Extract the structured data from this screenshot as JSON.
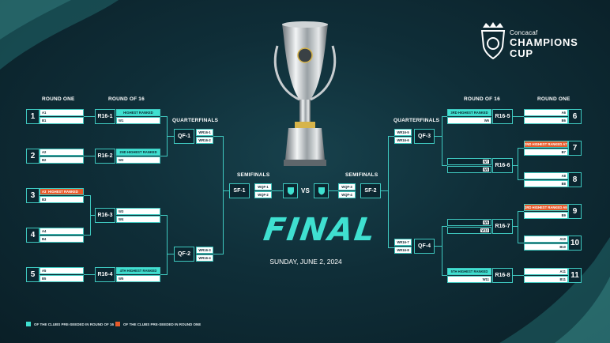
{
  "brand": {
    "name_small": "Concacaf",
    "name_big": "CHAMPIONS",
    "name_big2": "CUP"
  },
  "colors": {
    "accent": "#3fc9c0",
    "teal_fill": "#3fe0d0",
    "orange_fill": "#e85a2a",
    "background": "#0f2e38"
  },
  "headers": {
    "round_one": "ROUND ONE",
    "round_of_16": "ROUND OF 16",
    "quarterfinals": "QUARTERFINALS",
    "semifinals": "SEMIFINALS"
  },
  "final": {
    "title": "FINAL",
    "date": "SUNDAY, JUNE 2, 2024",
    "vs": "VS"
  },
  "left": {
    "round_one": [
      {
        "num": "1",
        "a": "A1",
        "b": "B1",
        "a_label": "",
        "a_style": "white"
      },
      {
        "num": "2",
        "a": "A2",
        "b": "B2",
        "a_label": "",
        "a_style": "white"
      },
      {
        "num": "3",
        "a": "A3",
        "b": "B3",
        "a_label": "HIGHEST RANKED",
        "a_style": "orange"
      },
      {
        "num": "4",
        "a": "A4",
        "b": "B4",
        "a_label": "",
        "a_style": "white"
      },
      {
        "num": "5",
        "a": "A5",
        "b": "B5",
        "a_label": "",
        "a_style": "white"
      }
    ],
    "r16": [
      {
        "code": "R16-1",
        "top": "HIGHEST RANKED",
        "bottom": "W1"
      },
      {
        "code": "R16-2",
        "top": "2ND HIGHEST RANKED",
        "bottom": "W2"
      },
      {
        "code": "R16-3",
        "top": "W3",
        "bottom": "W4"
      },
      {
        "code": "R16-4",
        "top": "4TH HIGHEST RANKED",
        "bottom": "W5"
      }
    ],
    "qf": [
      {
        "code": "QF-1",
        "top": "WR16-1",
        "bottom": "WR16-2"
      },
      {
        "code": "QF-2",
        "top": "WR16-3",
        "bottom": "WR16-4"
      }
    ],
    "sf": {
      "code": "SF-1",
      "top": "WQF-1",
      "bottom": "WQF-2"
    }
  },
  "right": {
    "round_one": [
      {
        "num": "6",
        "a": "A6",
        "b": "B6",
        "a_label": "",
        "a_style": "white"
      },
      {
        "num": "7",
        "a": "A7",
        "b": "B7",
        "a_label": "2ND HIGHEST RANKED",
        "a_style": "orange"
      },
      {
        "num": "8",
        "a": "A8",
        "b": "B8",
        "a_label": "",
        "a_style": "white"
      },
      {
        "num": "9",
        "a": "A9",
        "b": "B9",
        "a_label": "3RD HIGHEST RANKED",
        "a_style": "orange"
      },
      {
        "num": "10",
        "a": "A10",
        "b": "B10",
        "a_label": "",
        "a_style": "white"
      },
      {
        "num": "11",
        "a": "A11",
        "b": "B11",
        "a_label": "",
        "a_style": "white"
      }
    ],
    "r16": [
      {
        "code": "R16-5",
        "top": "3RD HIGHEST RANKED",
        "bottom": "W6"
      },
      {
        "code": "R16-6",
        "top": "W7",
        "bottom": "W8"
      },
      {
        "code": "R16-7",
        "top": "W9",
        "bottom": "W10"
      },
      {
        "code": "R16-8",
        "top": "5TH HIGHEST RANKED",
        "bottom": "W11"
      }
    ],
    "qf": [
      {
        "code": "QF-3",
        "top": "WR16-5",
        "bottom": "WR16-6"
      },
      {
        "code": "QF-4",
        "top": "WR16-7",
        "bottom": "WR16-8"
      }
    ],
    "sf": {
      "code": "SF-2",
      "top": "WQF-3",
      "bottom": "WQF-4"
    }
  },
  "legend": {
    "teal": "OF THE CLUBS PRE-SEEDED IN ROUND OF 16",
    "orange": "OF THE CLUBS PRE-SEEDED IN ROUND ONE"
  }
}
